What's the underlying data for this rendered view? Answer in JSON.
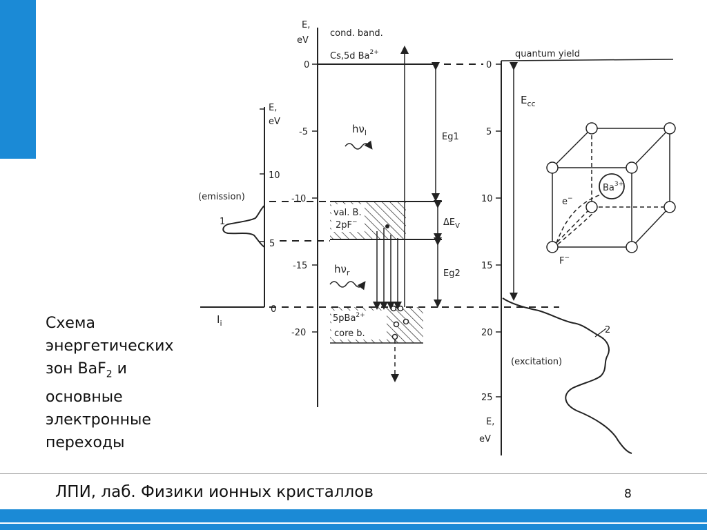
{
  "colors": {
    "accent": "#1b8ad6",
    "line": "#222222"
  },
  "diagram": {
    "e_axis_label": "E,",
    "e_axis_unit": "eV",
    "cond_band": "cond. band.",
    "cs_label": "Cs,5d Ba",
    "cs_sup": "2+",
    "hv1": "hν",
    "hv1_sub": "l",
    "hv2": "hν",
    "hv2_sub": "r",
    "eg1": "Eg1",
    "eg2": "Eg2",
    "delta_ev": "ΔE",
    "delta_ev_sub": "V",
    "valence_band": "val. B.",
    "valence_2pf": "2pF",
    "valence_2pf_sup": "−",
    "core_5pba": "5pBa",
    "core_5pba_sup": "2+",
    "core_b": "core b.",
    "left_e": "E,",
    "left_ev": "eV",
    "emission": "(emission)",
    "emission_curve_label": "1",
    "ii": "I",
    "ii_sub": "i",
    "quantum_yield": "quantum yield",
    "ecc": "E",
    "ecc_sub": "cc",
    "excitation": "(excitation)",
    "curve2_label": "2",
    "right_e": "E,",
    "right_ev": "eV",
    "ba_label": "Ba",
    "ba_sup": "3+",
    "e_minus": "e",
    "e_minus_sup": "−",
    "f_minus": "F",
    "f_minus_sup": "−",
    "center_ticks": [
      "0",
      "-5",
      "-10",
      "-15",
      "-20"
    ],
    "right_ticks": [
      "0",
      "5",
      "10",
      "15",
      "20",
      "25"
    ],
    "left_ticks": [
      "10",
      "5",
      "0"
    ]
  },
  "caption": {
    "line1": "Схема",
    "line2": "энергетических",
    "line3_pre": "зон BaF",
    "line3_sub": "2",
    "line3_post": " и",
    "line4": "основные",
    "line5": "электронные",
    "line6": "переходы"
  },
  "footer": {
    "text": "ЛПИ, лаб. Физики ионных кристаллов",
    "page": "8"
  }
}
